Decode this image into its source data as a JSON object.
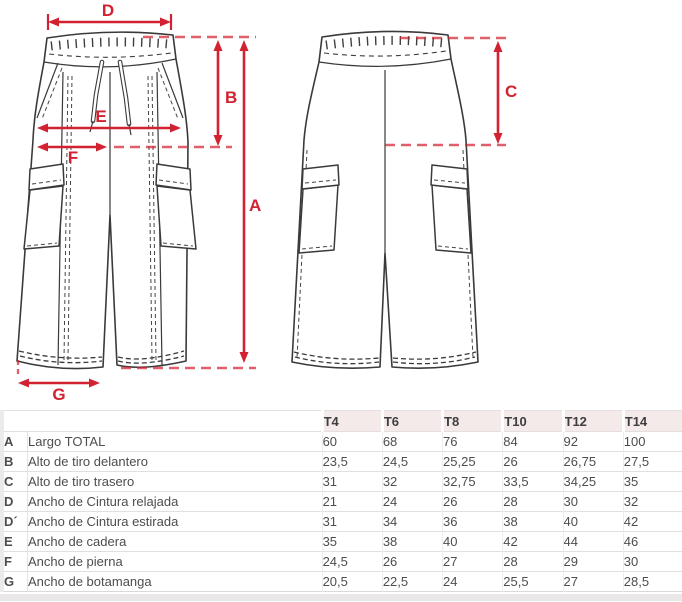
{
  "diagram": {
    "dimension_labels": {
      "A": "A",
      "B": "B",
      "C": "C",
      "D": "D",
      "E": "E",
      "F": "F",
      "G": "G"
    }
  },
  "table": {
    "size_headers": [
      "T4",
      "T6",
      "T8",
      "T10",
      "T12",
      "T14"
    ],
    "rows": [
      {
        "key": "A",
        "label": "Largo TOTAL",
        "values": [
          "60",
          "68",
          "76",
          "84",
          "92",
          "100"
        ]
      },
      {
        "key": "B",
        "label": "Alto de tiro delantero",
        "values": [
          "23,5",
          "24,5",
          "25,25",
          "26",
          "26,75",
          "27,5"
        ]
      },
      {
        "key": "C",
        "label": "Alto de tiro trasero",
        "values": [
          "31",
          "32",
          "32,75",
          "33,5",
          "34,25",
          "35"
        ]
      },
      {
        "key": "D",
        "label": "Ancho de Cintura relajada",
        "values": [
          "21",
          "24",
          "26",
          "28",
          "30",
          "32"
        ]
      },
      {
        "key": "D´",
        "label": "Ancho de Cintura estirada",
        "values": [
          "31",
          "34",
          "36",
          "38",
          "40",
          "42"
        ]
      },
      {
        "key": "E",
        "label": "Ancho de cadera",
        "values": [
          "35",
          "38",
          "40",
          "42",
          "44",
          "46"
        ]
      },
      {
        "key": "F",
        "label": "Ancho de pierna",
        "values": [
          "24,5",
          "26",
          "27",
          "28",
          "29",
          "30"
        ]
      },
      {
        "key": "G",
        "label": "Ancho de botamanga",
        "values": [
          "20,5",
          "22,5",
          "24",
          "25,5",
          "27",
          "28,5"
        ]
      }
    ]
  },
  "colors": {
    "dimension_red": "#d22130",
    "sketch_line": "#3a3a3a",
    "header_bg": "#f5eaea"
  }
}
